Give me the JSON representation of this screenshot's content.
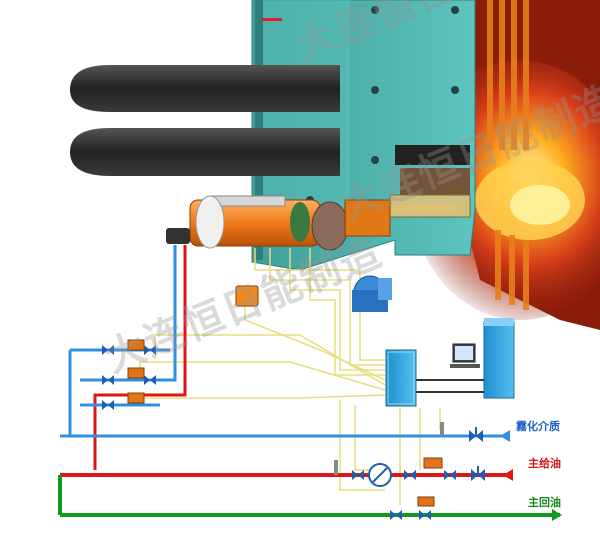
{
  "labels": {
    "atomizing_medium": "霧化介质",
    "main_supply_oil": "主给油",
    "main_return_oil": "主回油"
  },
  "watermark": {
    "text": "大连恒日能制造"
  },
  "colors": {
    "supply_line": "#e01515",
    "return_line": "#0f9a1c",
    "atomize_line": "#2f8fe0",
    "signal_line": "#e8e080",
    "burner": "#f07a1a",
    "furnace_wall": "#4fb5b0",
    "cabinet": "#2aa0e0"
  }
}
